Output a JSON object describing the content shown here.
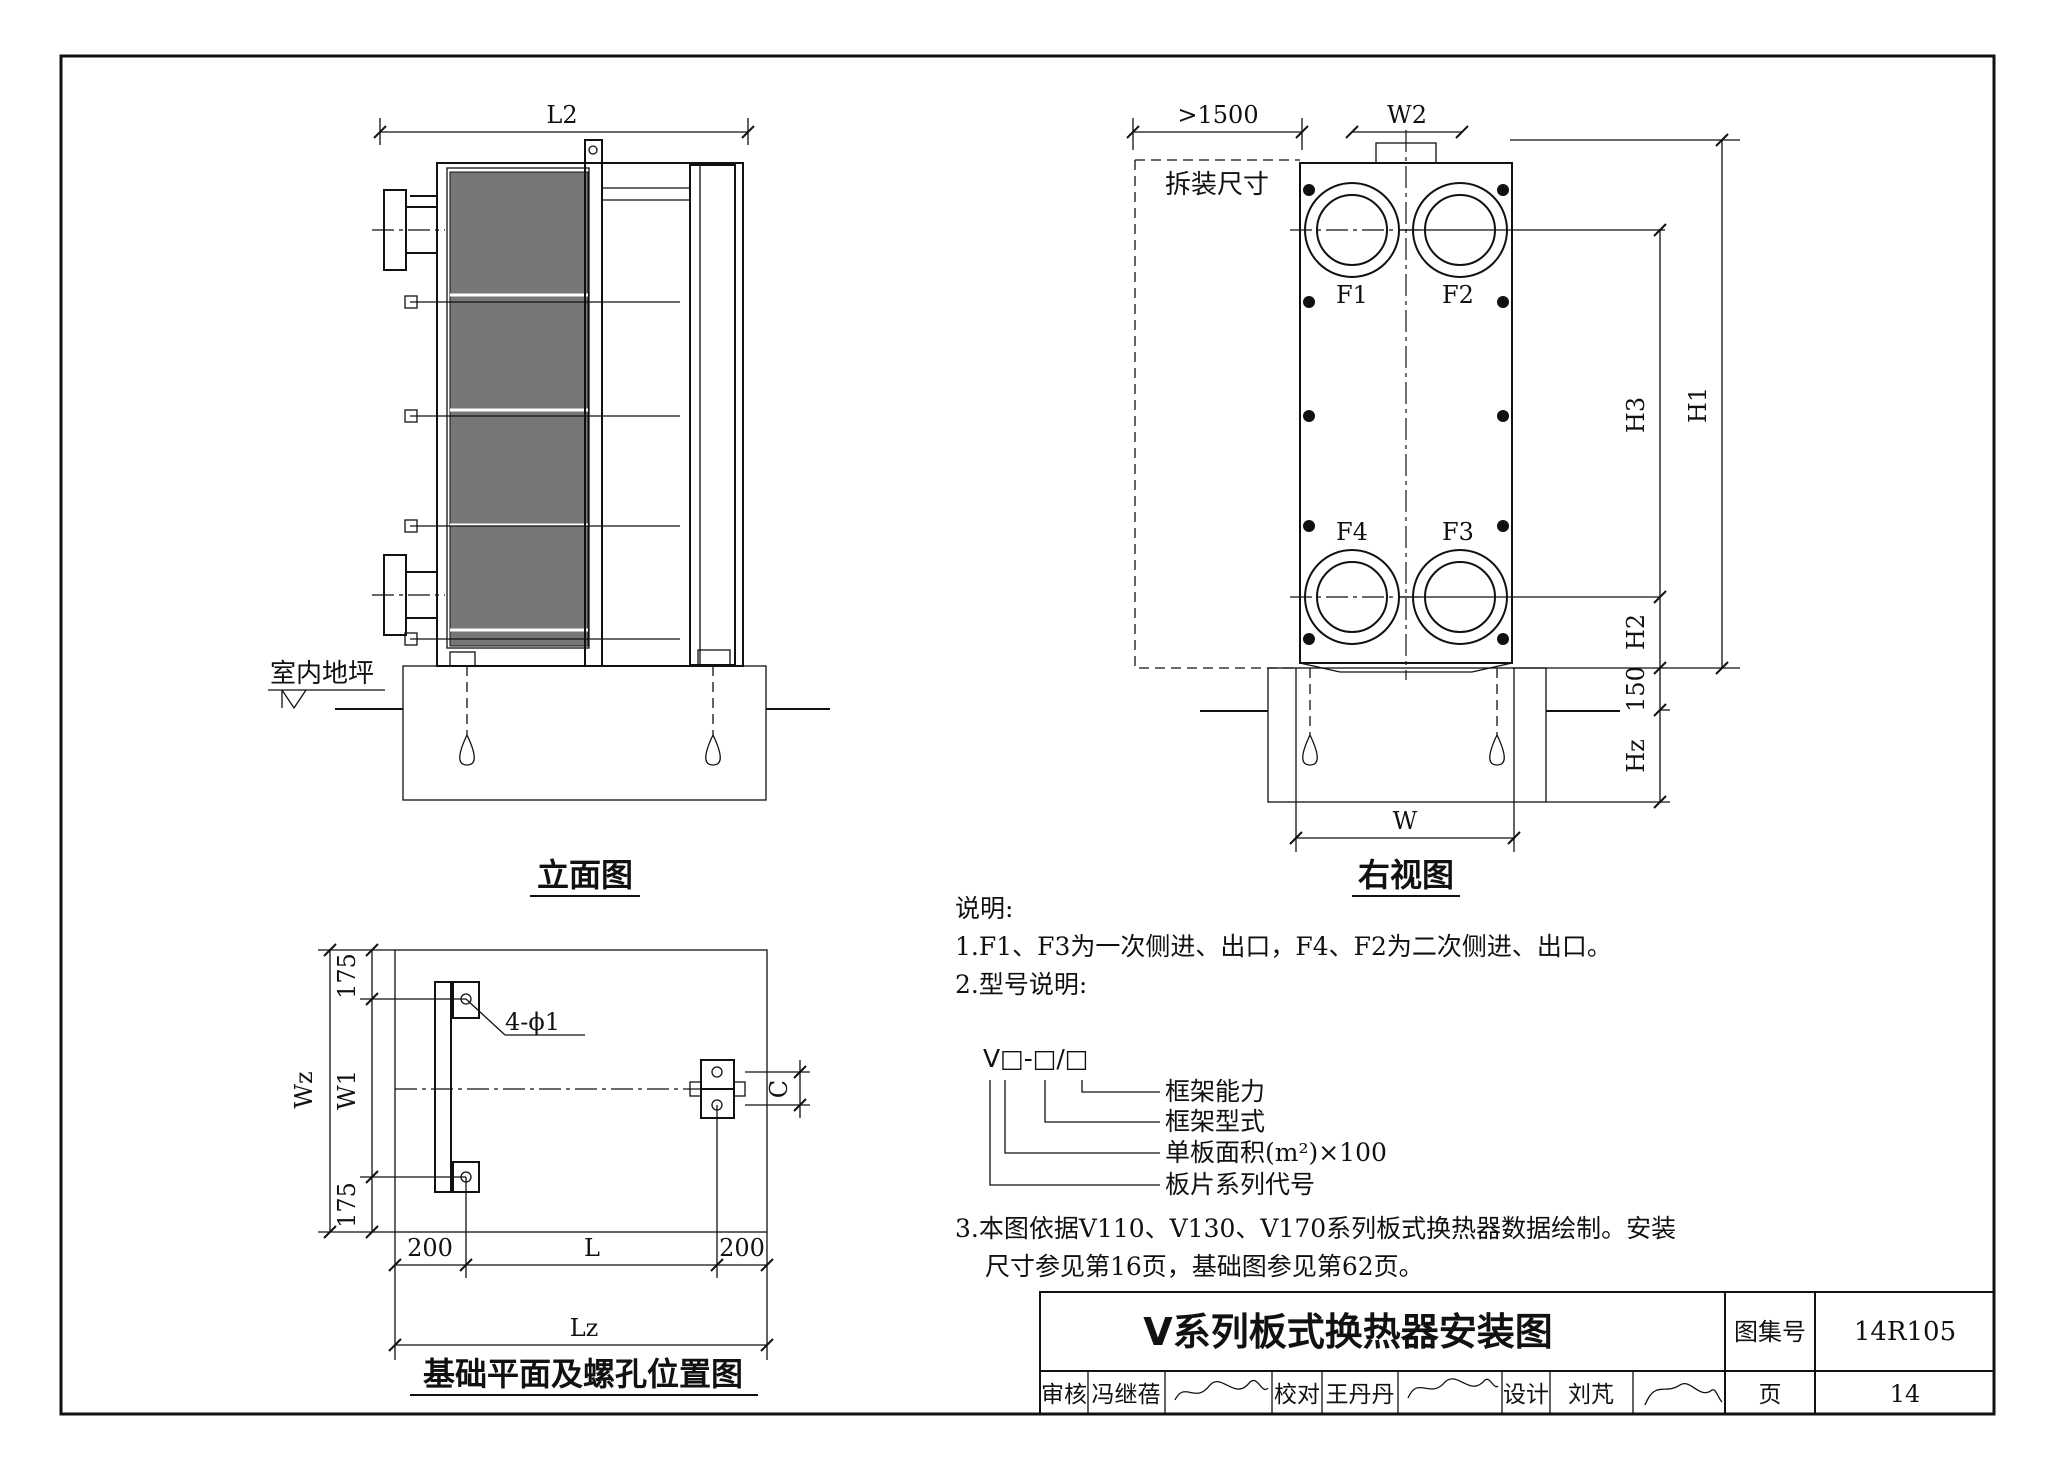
{
  "elevation": {
    "dim_l2": "L2",
    "floor_label": "室内地坪",
    "caption": "立面图"
  },
  "side_view": {
    "dim_clearance": ">1500",
    "dim_w2": "W2",
    "disassembly_label": "拆装尺寸",
    "ports": {
      "f1": "F1",
      "f2": "F2",
      "f3": "F3",
      "f4": "F4"
    },
    "dim_h1": "H1",
    "dim_h2": "H2",
    "dim_h3": "H3",
    "dim_150": "150",
    "dim_hz": "Hz",
    "dim_w": "W",
    "caption": "右视图"
  },
  "plan": {
    "dim_175_top": "175",
    "dim_175_bottom": "175",
    "dim_wz": "Wz",
    "dim_w1": "W1",
    "hole_label": "4-ϕ1",
    "dim_c": "C",
    "dim_200_left": "200",
    "dim_l": "L",
    "dim_200_right": "200",
    "dim_lz": "Lz",
    "caption": "基础平面及螺孔位置图"
  },
  "notes": {
    "heading": "说明:",
    "line1": "1.F1、F3为一次侧进、出口，F4、F2为二次侧进、出口。",
    "line2": "2.型号说明:",
    "model_code": "V□-□/□",
    "legend": [
      "框架能力",
      "框架型式",
      "单板面积(m²)×100",
      "板片系列代号"
    ],
    "line3a": "3.本图依据V110、V130、V170系列板式换热器数据绘制。安装",
    "line3b": "尺寸参见第16页，基础图参见第62页。"
  },
  "title_block": {
    "title": "V系列板式换热器安装图",
    "atlas_label": "图集号",
    "atlas_no": "14R105",
    "review_label": "审核",
    "review_name": "冯继蓓",
    "check_label": "校对",
    "check_name": "王丹丹",
    "design_label": "设计",
    "design_name": "刘芃",
    "page_label": "页",
    "page_no": "14"
  }
}
